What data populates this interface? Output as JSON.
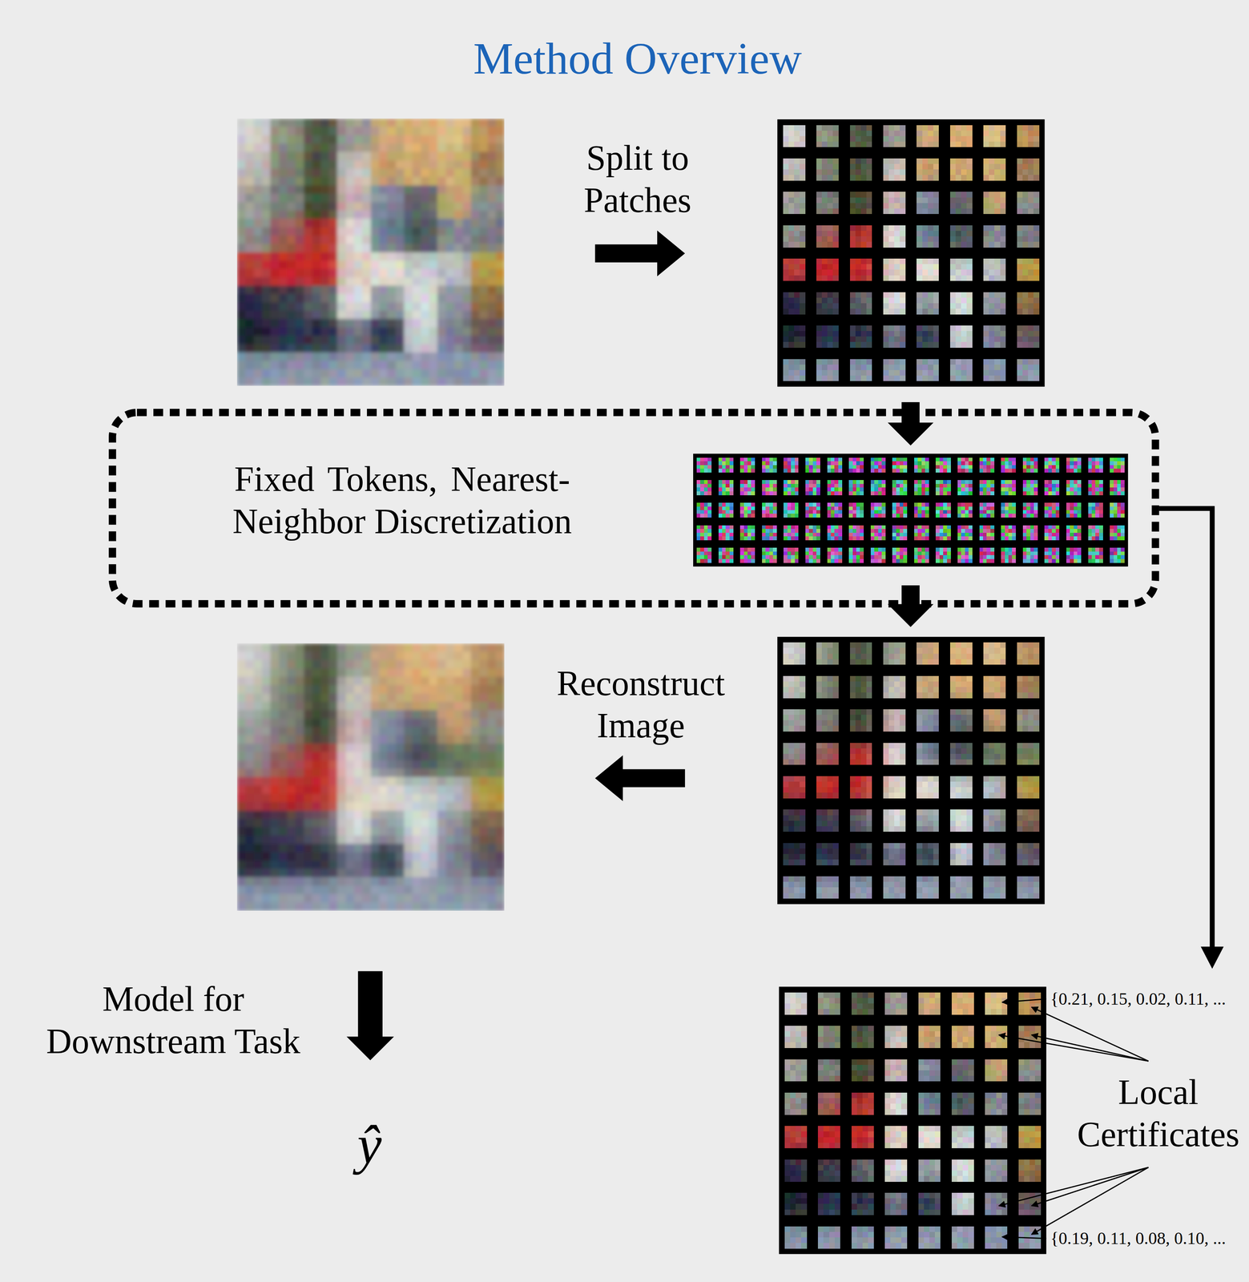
{
  "diagram": {
    "title": "Method Overview",
    "nodes": [
      {
        "text": [
          "Fixed Tokens, Nearest-Neighbor Discretization"
        ]
      }
    ],
    "labels": [
      "Split to Patches",
      "Reconstruct Image",
      "Model for Downstream Task",
      "ŷ",
      "Local Certificates",
      "{0.21, 0.15, 0.02, 0.11, ...",
      "{0.19, 0.11, 0.08, 0.10, ..."
    ]
  }
}
